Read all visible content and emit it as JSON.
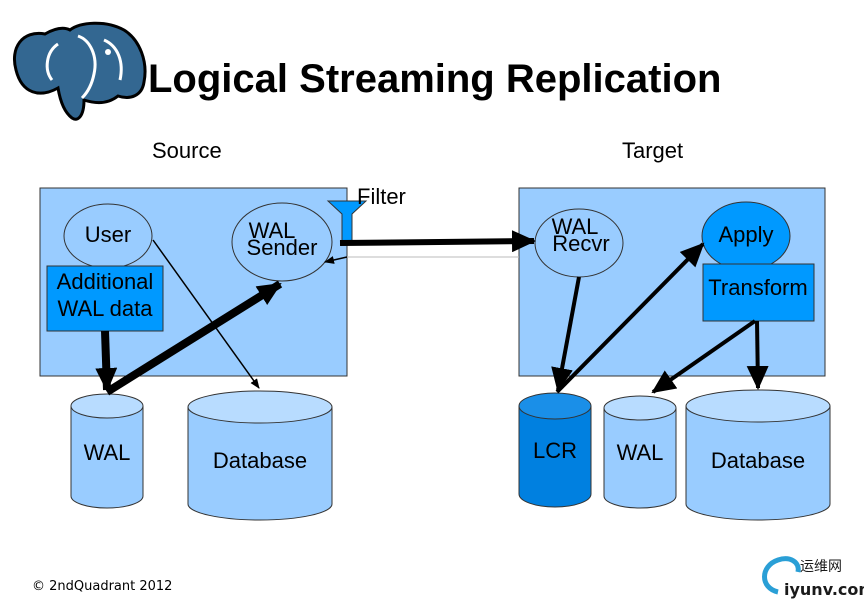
{
  "title": "Logical Streaming Replication",
  "source_label": "Source",
  "target_label": "Target",
  "filter_label": "Filter",
  "source": {
    "user": "User",
    "wal_sender_line1": "WAL",
    "wal_sender_line2": "Sender",
    "additional_line1": "Additional",
    "additional_line2": "WAL data",
    "wal": "WAL",
    "database": "Database"
  },
  "target": {
    "wal_recvr_line1": "WAL",
    "wal_recvr_line2": "Recvr",
    "apply": "Apply",
    "transform": "Transform",
    "lcr": "LCR",
    "wal": "WAL",
    "database": "Database"
  },
  "footer": "© 2ndQuadrant 2012",
  "watermark": {
    "cn": "运维网",
    "url": "iyunv.com"
  },
  "colors": {
    "panel": "#99ccff",
    "box": "#0099ff",
    "cylinder": "#99ccff",
    "lcr": "#0080e0",
    "logo_blue": "#336791"
  },
  "icons": [
    "postgresql-elephant-logo",
    "filter-funnel-icon",
    "watermark-swirl-icon"
  ]
}
